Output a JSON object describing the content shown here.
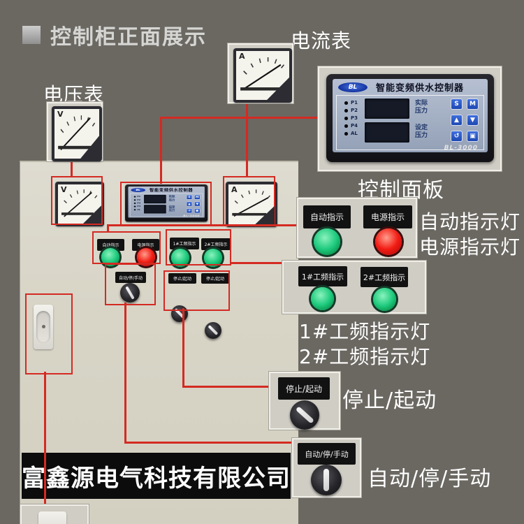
{
  "header": {
    "title": "控制柜正面展示"
  },
  "labels": {
    "voltmeter": "电压表",
    "ammeter": "电流表",
    "control_panel": "控制面板",
    "auto_indicator": "自动指示灯",
    "power_indicator": "电源指示灯",
    "freq1_indicator": "1#工频指示灯",
    "freq2_indicator": "2#工频指示灯",
    "stop_start": "停止/起动",
    "auto_stop_manual": "自动/停/手动"
  },
  "meters": {
    "volt_letter": "V",
    "amp_letter": "A"
  },
  "controller": {
    "logo": "BL",
    "title": "智能变频供水控制器",
    "leds": [
      "P1",
      "P2",
      "P3",
      "P4",
      "AL"
    ],
    "display_group1": [
      "实际",
      "压力"
    ],
    "display_group2": [
      "设定",
      "压力"
    ],
    "buttons": [
      "S",
      "M",
      "▲",
      "▼",
      "↺",
      "▣"
    ],
    "model": "BL-3000"
  },
  "callout_plates": {
    "auto": "自动指示",
    "power": "电源指示",
    "freq1": "1#工频指示",
    "freq2": "2#工频指示",
    "stop_start": "停止/起动",
    "auto_stop_manual": "自动/停/手动"
  },
  "cabinet_plates": {
    "auto": "自动指示",
    "power": "电源指示",
    "freq1": "1#工频指示",
    "freq2": "2#工频指示",
    "auto_stop_manual": "自动/停/手动",
    "stop_start_1": "停止/起动",
    "stop_start_2": "停止/起动"
  },
  "footer": {
    "company": "富鑫源电气科技有限公司"
  },
  "colors": {
    "background": "#6b6862",
    "cabinet": "#d8d5c7",
    "accent_red": "#d42a22",
    "lamp_green": "#1ecb7e",
    "lamp_red": "#f21d14",
    "button_blue": "#2457c8"
  }
}
